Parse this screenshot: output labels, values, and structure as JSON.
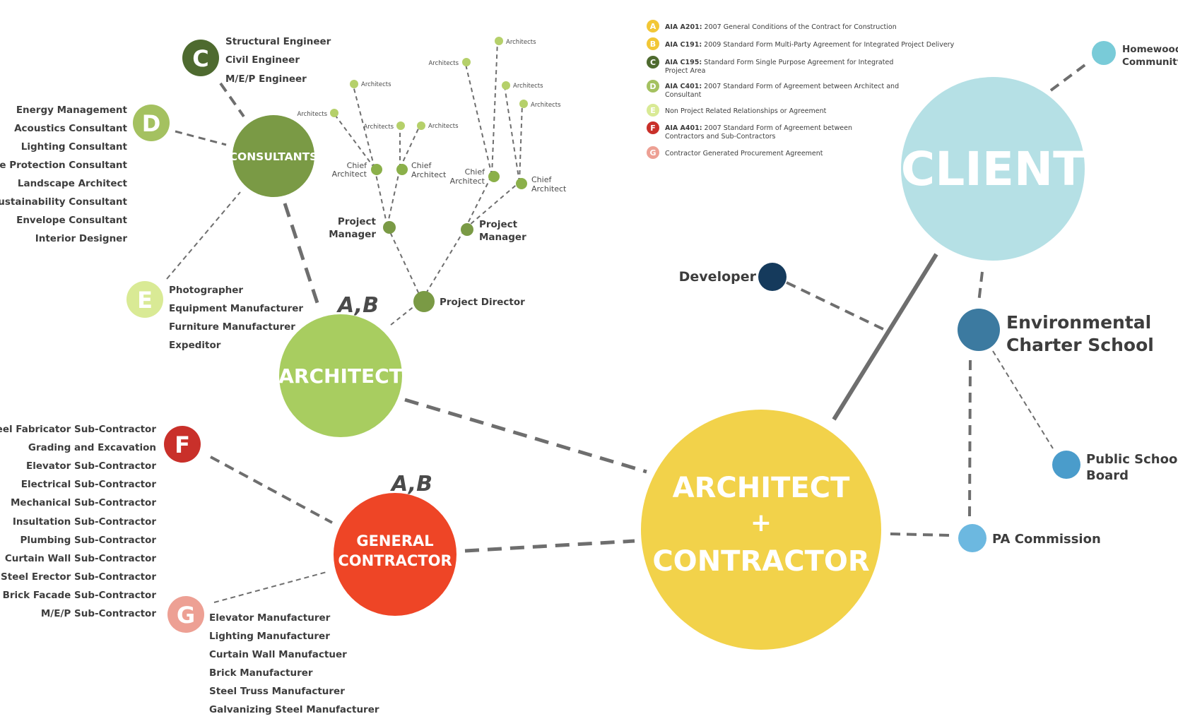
{
  "nodes": {
    "client": {
      "label": "CLIENT",
      "color": "#b5e0e5"
    },
    "architect_contractor": {
      "line1": "ARCHITECT",
      "line2": "+",
      "line3": "CONTRACTOR",
      "color": "#f2d24a"
    },
    "architect": {
      "label": "ARCHITECT",
      "color": "#a8cd60"
    },
    "consultants": {
      "label": "CONSULTANTS",
      "color": "#7a9a45"
    },
    "general_contractor": {
      "line1": "GENERAL",
      "line2": "CONTRACTOR",
      "color": "#ee4526"
    },
    "developer": {
      "label": "Developer",
      "color": "#153a5c"
    },
    "environmental_school": {
      "line1": "Environmental",
      "line2": "Charter School",
      "color": "#3c7aa0"
    },
    "public_school_board": {
      "line1": "Public School",
      "line2": "Board",
      "color": "#4a9ccb"
    },
    "pa_commission": {
      "label": "PA Commission",
      "color": "#6cb8e0"
    },
    "homewood": {
      "line1": "Homewood",
      "line2": "Community",
      "color": "#79cbd8"
    }
  },
  "badges": {
    "c": {
      "letter": "C",
      "color": "#4e6a2f"
    },
    "d": {
      "letter": "D",
      "color": "#a4c160"
    },
    "e": {
      "letter": "E",
      "color": "#d9ea95"
    },
    "f": {
      "letter": "F",
      "color": "#c9302a"
    },
    "g": {
      "letter": "G",
      "color": "#eda094"
    }
  },
  "ab_labels": {
    "architect": "A,B",
    "general_contractor": "A,B"
  },
  "lists": {
    "c": [
      "Structural Engineer",
      "Civil Engineer",
      "M/E/P Engineer"
    ],
    "d": [
      "Energy Management",
      "Acoustics Consultant",
      "Lighting Consultant",
      "Fire Protection Consultant",
      "Landscape Architect",
      "Sustainability Consultant",
      "Envelope Consultant",
      "Interior Designer"
    ],
    "e": [
      "Photographer",
      "Equipment Manufacturer",
      "Furniture Manufacturer",
      "Expeditor"
    ],
    "f": [
      "Steel Fabricator Sub-Contractor",
      "Grading and Excavation",
      "Elevator Sub-Contractor",
      "Electrical Sub-Contractor",
      "Mechanical Sub-Contractor",
      "Insultation Sub-Contractor",
      "Plumbing Sub-Contractor",
      "Curtain Wall Sub-Contractor",
      "Steel Erector Sub-Contractor",
      "Brick Facade Sub-Contractor",
      "M/E/P Sub-Contractor"
    ],
    "g": [
      "Elevator Manufacturer",
      "Lighting Manufacturer",
      "Curtain Wall Manufactuer",
      "Brick Manufacturer",
      "Steel Truss Manufacturer",
      "Galvanizing Steel Manufacturer"
    ]
  },
  "architect_tree": {
    "project_director": "Project Director",
    "pm_left": [
      "Project",
      "Manager"
    ],
    "pm_right": [
      "Project",
      "Manager"
    ],
    "chief_1": [
      "Chief",
      "Architect"
    ],
    "chief_2": [
      "Chief",
      "Architect"
    ],
    "chief_3": [
      "Chief",
      "Architect"
    ],
    "chief_4": [
      "Chief",
      "Architect"
    ],
    "architects_label": "Architects"
  },
  "legend": [
    {
      "letter": "A",
      "color": "#f2c736",
      "code": "AIA A201:",
      "text": " 2007 General Conditions of the Contract for Construction",
      "line2": ""
    },
    {
      "letter": "B",
      "color": "#f2c736",
      "code": "AIA C191:",
      "text": " 2009 Standard Form Multi-Party Agreement for Integrated Project Delivery",
      "line2": ""
    },
    {
      "letter": "C",
      "color": "#4e6a2f",
      "code": "AIA C195:",
      "text": " Standard Form Single Purpose Agreement for Integrated",
      "line2": "Project Area"
    },
    {
      "letter": "D",
      "color": "#a4c160",
      "code": "AIA C401:",
      "text": " 2007 Standard Form of Agreement between Architect and",
      "line2": "Consultant"
    },
    {
      "letter": "E",
      "color": "#d9ea95",
      "code": "",
      "text": "Non Project Related Relationships or Agreement",
      "line2": ""
    },
    {
      "letter": "F",
      "color": "#c9302a",
      "code": "AIA A401:",
      "text": " 2007 Standard Form of Agreement between",
      "line2": "Contractors and Sub-Contractors"
    },
    {
      "letter": "G",
      "color": "#eda094",
      "code": "",
      "text": "Contractor Generated Procurement Agreement",
      "line2": ""
    }
  ]
}
